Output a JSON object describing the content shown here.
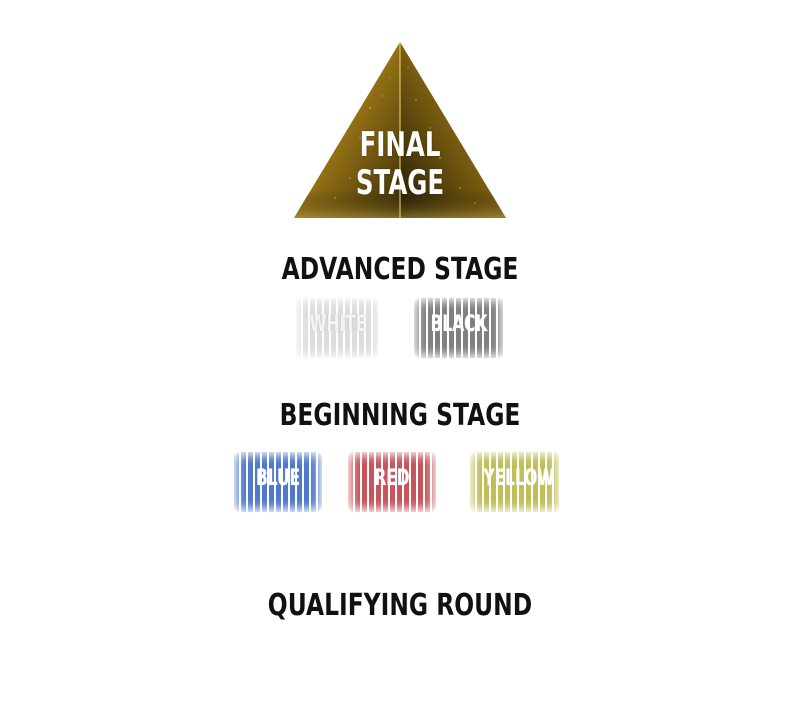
{
  "pyramid": {
    "line1": "FINAL",
    "line2": "STAGE",
    "colors": {
      "gold_light": "#d9b23a",
      "gold_mid": "#a47e1c",
      "gold_dark": "#2b2206"
    }
  },
  "stages": {
    "advanced": {
      "title": "ADVANCED STAGE",
      "belts": [
        {
          "label": "WHITE",
          "color": "#d8d8d8"
        },
        {
          "label": "BLACK",
          "color": "#6a6a6a"
        }
      ]
    },
    "beginning": {
      "title": "BEGINNING STAGE",
      "belts": [
        {
          "label": "BLUE",
          "color": "#2f62c4"
        },
        {
          "label": "RED",
          "color": "#c0353f"
        },
        {
          "label": "YELLOW",
          "color": "#b5b33a"
        }
      ]
    },
    "qualifying": {
      "title": "QUALIFYING ROUND"
    }
  }
}
